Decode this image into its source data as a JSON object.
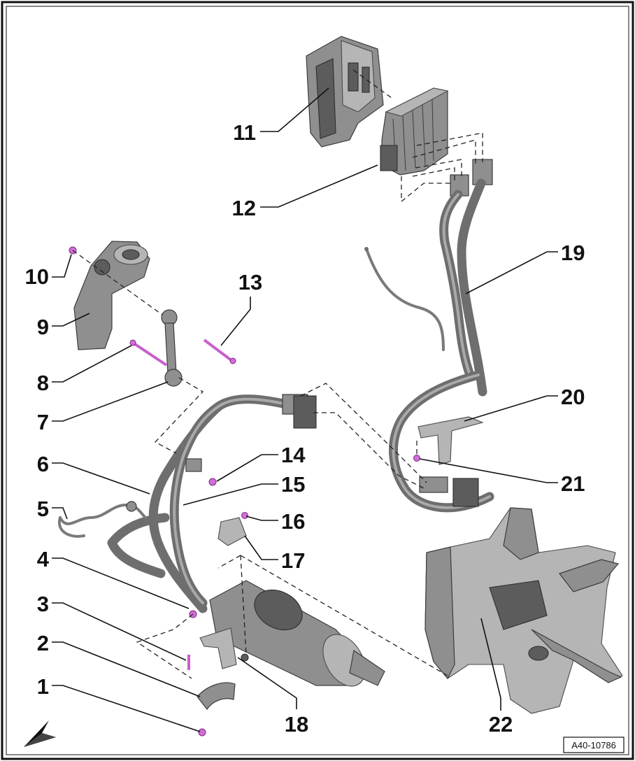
{
  "diagram": {
    "figure_id": "A40-10786",
    "callouts": [
      "1",
      "2",
      "3",
      "4",
      "5",
      "6",
      "7",
      "8",
      "9",
      "10",
      "11",
      "12",
      "13",
      "14",
      "15",
      "16",
      "17",
      "18",
      "19",
      "20",
      "21",
      "22"
    ],
    "colors": {
      "fastener": "#d36bd8",
      "part": "#8f8f8f",
      "line": "#111111",
      "border": "#111111"
    },
    "icons": [
      "view-direction-arrow-icon"
    ]
  }
}
